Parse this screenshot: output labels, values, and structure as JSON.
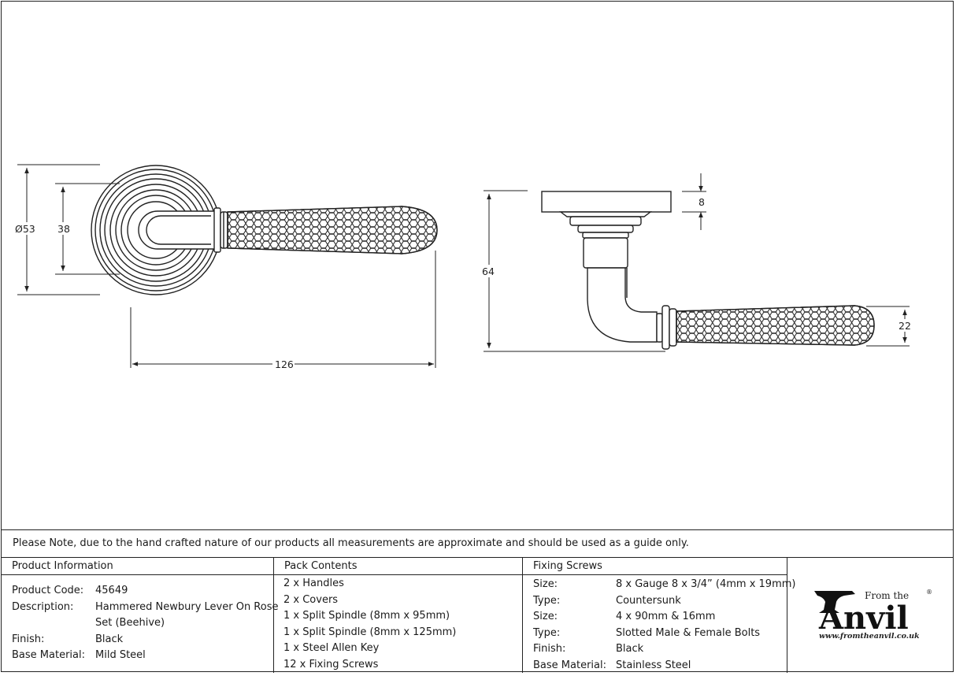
{
  "dimensions": {
    "rose_diameter": "Ø53",
    "inner_diameter": "38",
    "overall_length": "126",
    "overall_projection": "64",
    "rose_thickness": "8",
    "lever_grip": "22"
  },
  "note": "Please Note, due to the hand crafted nature of our products all measurements are approximate and should be used as a guide only.",
  "product_info": {
    "title": "Product Information",
    "rows": [
      {
        "label": "Product Code:",
        "value": "45649"
      },
      {
        "label": "Description:",
        "value": "Hammered Newbury Lever On Rose"
      },
      {
        "label": "",
        "value": "Set (Beehive)"
      },
      {
        "label": "Finish:",
        "value": "Black"
      },
      {
        "label": "Base Material:",
        "value": "Mild Steel"
      }
    ]
  },
  "pack_contents": {
    "title": "Pack Contents",
    "items": [
      "2 x Handles",
      "2 x Covers",
      "1 x Split Spindle (8mm x 95mm)",
      "1 x Split Spindle (8mm x 125mm)",
      "1 x Steel Allen Key",
      "12 x Fixing Screws"
    ]
  },
  "fixing_screws": {
    "title": "Fixing Screws",
    "rows": [
      {
        "label": "Size:",
        "value": "8 x Gauge 8 x 3/4” (4mm x 19mm)"
      },
      {
        "label": "Type:",
        "value": "Countersunk"
      },
      {
        "label": "Size:",
        "value": "4 x 90mm & 16mm"
      },
      {
        "label": "Type:",
        "value": "Slotted Male & Female Bolts"
      },
      {
        "label": "Finish:",
        "value": "Black"
      },
      {
        "label": "Base Material:",
        "value": "Stainless Steel"
      }
    ]
  },
  "logo": {
    "from_the": "From the",
    "brand": "Anvil",
    "registered": "®",
    "url": "www.fromtheanvil.co.uk"
  },
  "colors": {
    "line": "#222222",
    "background": "#ffffff"
  }
}
